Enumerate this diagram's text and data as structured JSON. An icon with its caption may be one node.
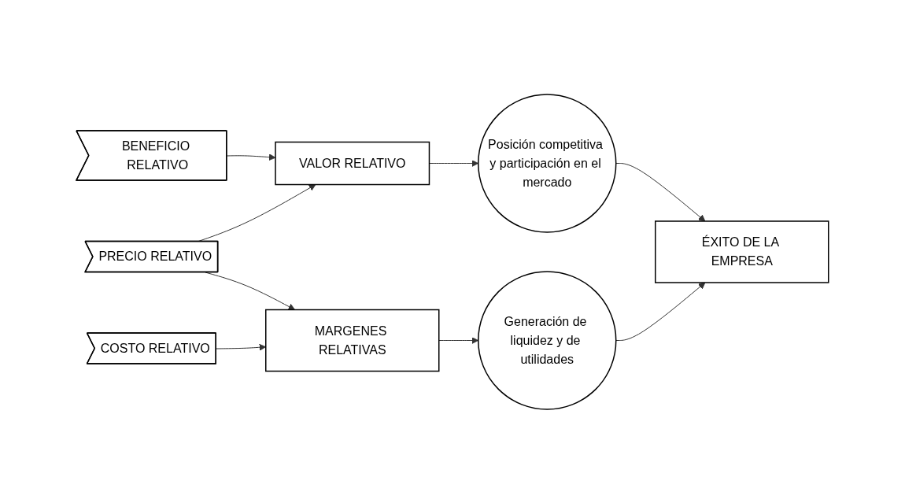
{
  "diagram": {
    "nodes": [
      {
        "text": [
          "BENEFICIO RELATIVO"
        ]
      },
      {
        "text": [
          "PRECIO RELATIVO"
        ]
      },
      {
        "text": [
          "COSTO RELATIVO"
        ]
      },
      {
        "text": [
          "VALOR RELATIVO"
        ]
      },
      {
        "text": [
          "MARGENES RELATIVAS"
        ]
      },
      {
        "text": [
          "Posición competitiva y participación en el mercado"
        ]
      },
      {
        "text": [
          "Generación de liquidez y de utilidades"
        ]
      },
      {
        "text": [
          "ÉXITO DE LA EMPRESA"
        ]
      }
    ],
    "edges": [
      {
        "from": 0,
        "to": 3,
        "arrow": "to"
      },
      {
        "from": 1,
        "to": 3,
        "arrow": "to"
      },
      {
        "from": 1,
        "to": 4,
        "arrow": "to"
      },
      {
        "from": 2,
        "to": 4,
        "arrow": "to"
      },
      {
        "from": 3,
        "to": 5,
        "arrow": "to"
      },
      {
        "from": 4,
        "to": 6,
        "arrow": "to"
      },
      {
        "from": 5,
        "to": 7,
        "arrow": "to"
      },
      {
        "from": 6,
        "to": 7,
        "arrow": "to"
      }
    ]
  }
}
